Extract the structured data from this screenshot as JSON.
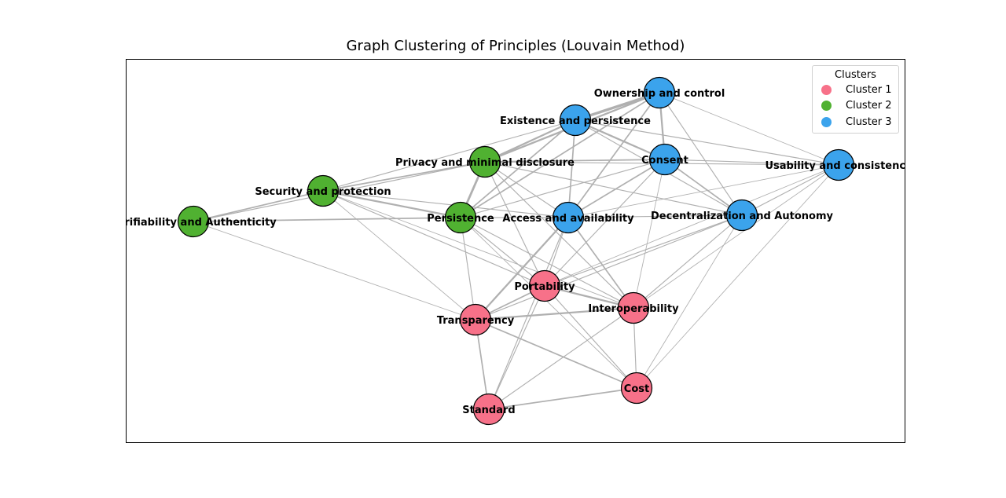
{
  "title": "Graph Clustering of Principles (Louvain Method)",
  "legend": {
    "title": "Clusters",
    "placement": "top-right",
    "entries": [
      {
        "label": "Cluster 1",
        "color": "#f77189"
      },
      {
        "label": "Cluster 2",
        "color": "#50b131"
      },
      {
        "label": "Cluster 3",
        "color": "#3ba3ec"
      }
    ]
  },
  "colors": {
    "edge": "#b0b0b0",
    "node_border": "#000000"
  },
  "nodes": [
    {
      "id": "ownership",
      "label": "Ownership and control",
      "cluster": 3
    },
    {
      "id": "existence",
      "label": "Existence and persistence",
      "cluster": 3
    },
    {
      "id": "consent",
      "label": "Consent",
      "cluster": 3
    },
    {
      "id": "usability",
      "label": "Usability and consistency",
      "cluster": 3
    },
    {
      "id": "access",
      "label": "Access and availability",
      "cluster": 3
    },
    {
      "id": "decentral",
      "label": "Decentralization and Autonomy",
      "cluster": 3
    },
    {
      "id": "privacy",
      "label": "Privacy and minimal disclosure",
      "cluster": 2
    },
    {
      "id": "security",
      "label": "Security and protection",
      "cluster": 2
    },
    {
      "id": "verifiability",
      "label": "Verifiability and Authenticity",
      "cluster": 2
    },
    {
      "id": "persistence",
      "label": "Persistence",
      "cluster": 2
    },
    {
      "id": "portability",
      "label": "Portability",
      "cluster": 1
    },
    {
      "id": "interop",
      "label": "Interoperability",
      "cluster": 1
    },
    {
      "id": "transparency",
      "label": "Transparency",
      "cluster": 1
    },
    {
      "id": "cost",
      "label": "Cost",
      "cluster": 1
    },
    {
      "id": "standard",
      "label": "Standard",
      "cluster": 1
    }
  ],
  "edges": [
    [
      "ownership",
      "existence",
      5
    ],
    [
      "ownership",
      "consent",
      3
    ],
    [
      "ownership",
      "privacy",
      3
    ],
    [
      "ownership",
      "persistence",
      2
    ],
    [
      "ownership",
      "access",
      2
    ],
    [
      "ownership",
      "decentral",
      1
    ],
    [
      "ownership",
      "usability",
      0.5
    ],
    [
      "existence",
      "consent",
      3
    ],
    [
      "existence",
      "privacy",
      3
    ],
    [
      "existence",
      "persistence",
      2
    ],
    [
      "existence",
      "access",
      2
    ],
    [
      "existence",
      "usability",
      1
    ],
    [
      "existence",
      "decentral",
      1
    ],
    [
      "existence",
      "security",
      1
    ],
    [
      "consent",
      "privacy",
      2
    ],
    [
      "consent",
      "access",
      2
    ],
    [
      "consent",
      "decentral",
      2
    ],
    [
      "consent",
      "usability",
      1
    ],
    [
      "consent",
      "persistence",
      1
    ],
    [
      "consent",
      "portability",
      1
    ],
    [
      "consent",
      "interop",
      0.5
    ],
    [
      "privacy",
      "security",
      2
    ],
    [
      "privacy",
      "persistence",
      4
    ],
    [
      "privacy",
      "access",
      1
    ],
    [
      "privacy",
      "decentral",
      1
    ],
    [
      "privacy",
      "usability",
      1
    ],
    [
      "privacy",
      "portability",
      1
    ],
    [
      "privacy",
      "interop",
      1
    ],
    [
      "security",
      "verifiability",
      2
    ],
    [
      "security",
      "persistence",
      3
    ],
    [
      "security",
      "access",
      1
    ],
    [
      "security",
      "portability",
      1
    ],
    [
      "security",
      "transparency",
      0.5
    ],
    [
      "security",
      "interop",
      0.5
    ],
    [
      "verifiability",
      "persistence",
      2
    ],
    [
      "verifiability",
      "privacy",
      1
    ],
    [
      "verifiability",
      "transparency",
      0.5
    ],
    [
      "persistence",
      "access",
      1
    ],
    [
      "persistence",
      "portability",
      1
    ],
    [
      "persistence",
      "transparency",
      1
    ],
    [
      "persistence",
      "interop",
      1
    ],
    [
      "persistence",
      "cost",
      0.5
    ],
    [
      "access",
      "portability",
      1
    ],
    [
      "access",
      "interop",
      2
    ],
    [
      "access",
      "transparency",
      3
    ],
    [
      "access",
      "decentral",
      1
    ],
    [
      "access",
      "usability",
      0.5
    ],
    [
      "access",
      "standard",
      1
    ],
    [
      "decentral",
      "usability",
      1
    ],
    [
      "decentral",
      "portability",
      1
    ],
    [
      "decentral",
      "interop",
      1
    ],
    [
      "decentral",
      "transparency",
      1
    ],
    [
      "decentral",
      "cost",
      0.5
    ],
    [
      "usability",
      "interop",
      0.5
    ],
    [
      "usability",
      "portability",
      0.5
    ],
    [
      "usability",
      "cost",
      0.5
    ],
    [
      "portability",
      "interop",
      3
    ],
    [
      "portability",
      "transparency",
      2
    ],
    [
      "portability",
      "standard",
      1
    ],
    [
      "portability",
      "cost",
      1
    ],
    [
      "interop",
      "transparency",
      3
    ],
    [
      "interop",
      "cost",
      1
    ],
    [
      "interop",
      "standard",
      1
    ],
    [
      "transparency",
      "standard",
      2
    ],
    [
      "transparency",
      "cost",
      2
    ],
    [
      "cost",
      "standard",
      2
    ]
  ]
}
